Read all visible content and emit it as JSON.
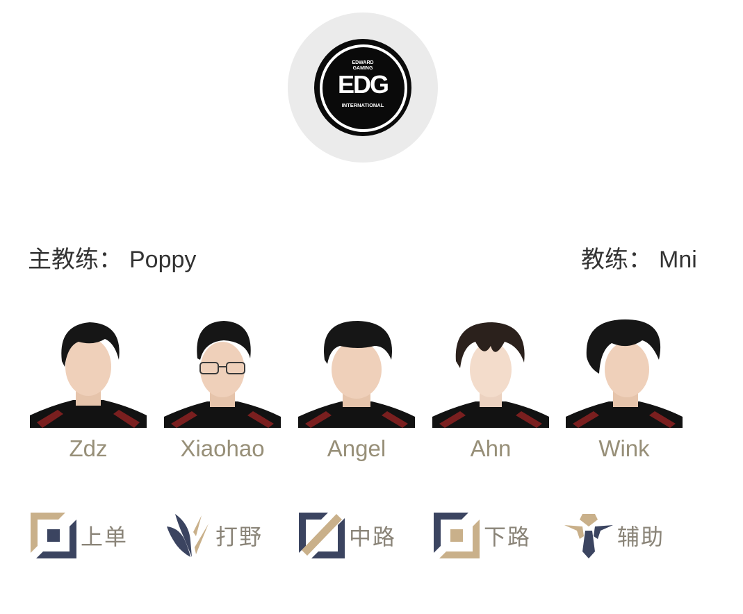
{
  "team": {
    "logo": {
      "icon": "edg-team-logo",
      "top_text_1": "EDWARD",
      "top_text_2": "GAMING",
      "main_text": "EDG",
      "bottom_text": "INTERNATIONAL"
    }
  },
  "coaches": {
    "head_coach": {
      "label": "主教练：",
      "name": "Poppy"
    },
    "coach": {
      "label": "教练：",
      "name": "Mni"
    }
  },
  "players": [
    {
      "name": "Zdz",
      "photo": "player-photo-zdz"
    },
    {
      "name": "Xiaohao",
      "photo": "player-photo-xiaohao"
    },
    {
      "name": "Angel",
      "photo": "player-photo-angel"
    },
    {
      "name": "Ahn",
      "photo": "player-photo-ahn"
    },
    {
      "name": "Wink",
      "photo": "player-photo-wink"
    }
  ],
  "roles": [
    {
      "label": "上单",
      "icon": "top-lane-icon"
    },
    {
      "label": "打野",
      "icon": "jungle-icon"
    },
    {
      "label": "中路",
      "icon": "mid-lane-icon"
    },
    {
      "label": "下路",
      "icon": "bot-lane-icon"
    },
    {
      "label": "辅助",
      "icon": "support-icon"
    }
  ],
  "colors": {
    "navy": "#3b4460",
    "gold": "#c9b08a",
    "name_text": "#978f78",
    "role_text": "#8a8478",
    "coach_text": "#333333",
    "logo_bg": "#ebebeb"
  }
}
